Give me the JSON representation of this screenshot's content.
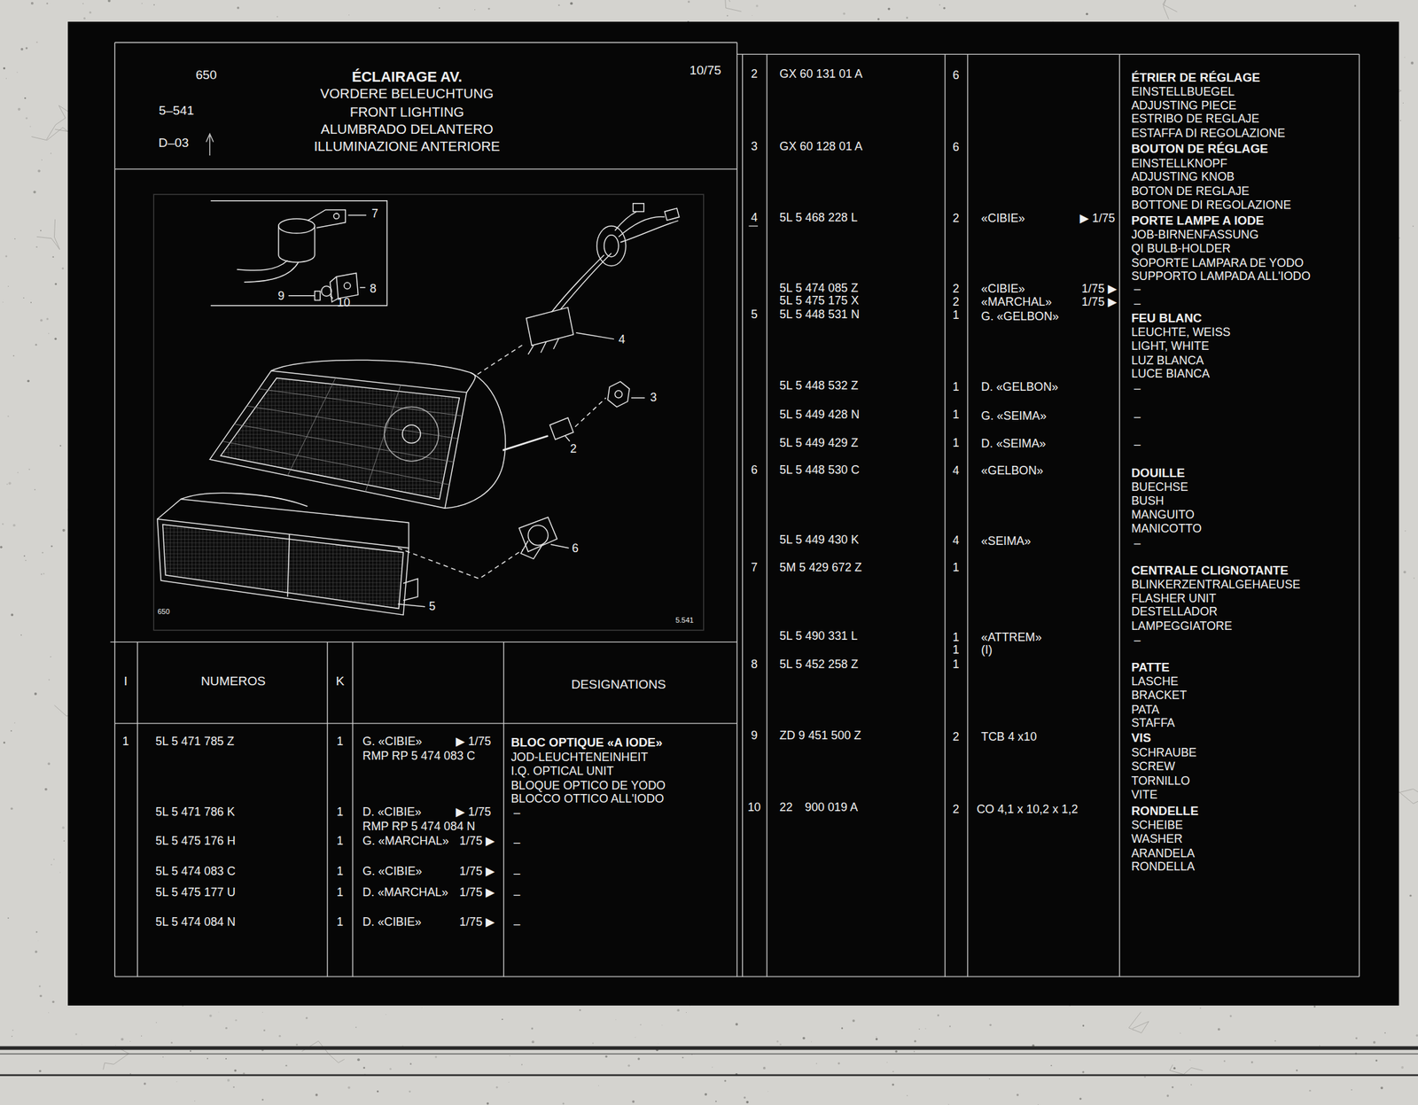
{
  "diagram": {
    "title": "ÉCLAIRAGE AV.",
    "labels": [
      "650",
      "5–541",
      "D–03",
      "VORDERE BELEUCHTUNG",
      "FRONT LIGHTING",
      "ALUMBRADO DELANTERO",
      "ILLUMINAZIONE ANTERIORE",
      "10/75",
      "7",
      "8",
      "9",
      "10",
      "4",
      "3",
      "2",
      "6",
      "5",
      "650",
      "5.541",
      "I",
      "NUMEROS",
      "K",
      "DESIGNATIONS",
      "1",
      "5L 5 471 785 Z",
      "1",
      "G. «CIBIE»",
      "▶ 1/75",
      "RMP RP 5 474 083 C",
      "BLOC OPTIQUE «A IODE»",
      "JOD-LEUCHTENEINHEIT",
      "I.Q. OPTICAL UNIT",
      "BLOQUE OPTICO DE YODO",
      "BLOCCO OTTICO ALL'IODO",
      "5L 5 471 786 K",
      "1",
      "D. «CIBIE»",
      "▶ 1/75",
      "RMP RP 5 474 084 N",
      "–",
      "5L 5 475 176 H",
      "1",
      "G. «MARCHAL»",
      "1/75 ▶",
      "–",
      "5L 5 474 083 C",
      "1",
      "G. «CIBIE»",
      "1/75 ▶",
      "–",
      "5L 5 475 177 U",
      "1",
      "D. «MARCHAL»",
      "1/75 ▶",
      "–",
      "5L 5 474 084 N",
      "1",
      "D. «CIBIE»",
      "1/75 ▶",
      "–",
      "2",
      "GX 60 131 01 A",
      "6",
      "ÉTRIER DE RÉGLAGE",
      "EINSTELLBUEGEL",
      "ADJUSTING PIECE",
      "ESTRIBO DE REGLAJE",
      "ESTAFFA DI REGOLAZIONE",
      "3",
      "GX 60 128 01 A",
      "6",
      "BOUTON DE RÉGLAGE",
      "EINSTELLKNOPF",
      "ADJUSTING KNOB",
      "BOTON DE REGLAJE",
      "BOTTONE DI REGOLAZIONE",
      "4",
      "5L 5 468 228 L",
      "2",
      "«CIBIE»",
      "▶ 1/75",
      "PORTE LAMPE A IODE",
      "JOB-BIRNENFASSUNG",
      "QI BULB-HOLDER",
      "SOPORTE LAMPARA DE YODO",
      "SUPPORTO LAMPADA ALL'IODO",
      "5L 5 474 085 Z",
      "2",
      "«CIBIE»",
      "1/75 ▶",
      "–",
      "5L 5 475 175 X",
      "2",
      "«MARCHAL»",
      "1/75 ▶",
      "–",
      "5",
      "5L 5 448 531 N",
      "1",
      "G. «GELBON»",
      "FEU BLANC",
      "LEUCHTE, WEISS",
      "LIGHT, WHITE",
      "LUZ BLANCA",
      "LUCE BIANCA",
      "5L 5 448 532 Z",
      "1",
      "D. «GELBON»",
      "–",
      "5L 5 449 428 N",
      "1",
      "G. «SEIMA»",
      "–",
      "5L 5 449 429 Z",
      "1",
      "D. «SEIMA»",
      "–",
      "6",
      "5L 5 448 530 C",
      "4",
      "«GELBON»",
      "DOUILLE",
      "BUECHSE",
      "BUSH",
      "MANGUITO",
      "MANICOTTO",
      "–",
      "5L 5 449 430 K",
      "4",
      "«SEIMA»",
      "7",
      "5M 5 429 672 Z",
      "1",
      "CENTRALE CLIGNOTANTE",
      "BLINKERZENTRALGEHAEUSE",
      "FLASHER UNIT",
      "DESTELLADOR",
      "LAMPEGGIATORE",
      "–",
      "5L 5 490 331 L",
      "1",
      "«ATTREM»",
      "1",
      "(I)",
      "8",
      "5L 5 452 258 Z",
      "1",
      "PATTE",
      "LASCHE",
      "BRACKET",
      "PATA",
      "STAFFA",
      "9",
      "ZD 9 451 500 Z",
      "2",
      "TCB 4 x10",
      "VIS",
      "SCHRAUBE",
      "SCREW",
      "TORNILLO",
      "VITE",
      "10",
      "22",
      "900 019 A",
      "2",
      "CO 4,1 x 10,2 x 1,2",
      "RONDELLE",
      "SCHEIBE",
      "WASHER",
      "ARANDELA",
      "RONDELLA"
    ]
  }
}
